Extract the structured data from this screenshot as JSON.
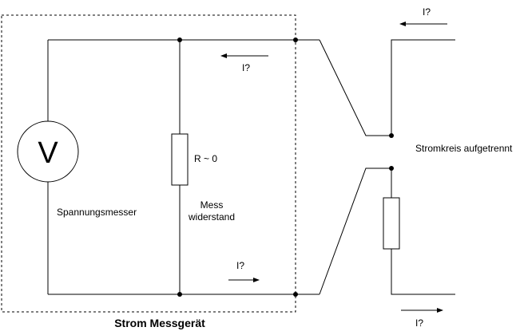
{
  "labels": {
    "voltmeter_symbol": "V",
    "voltmeter_caption": "Spannungsmesser",
    "resistor_value": "R ~ 0",
    "resistor_caption_line1": "Mess",
    "resistor_caption_line2": "widerstand",
    "current_top_inside": "I?",
    "current_bottom_inside": "I?",
    "current_top_right": "I?",
    "current_bottom_right": "I?",
    "circuit_open": "Stromkreis aufgetrennt",
    "device_title": "Strom Messgerät"
  }
}
